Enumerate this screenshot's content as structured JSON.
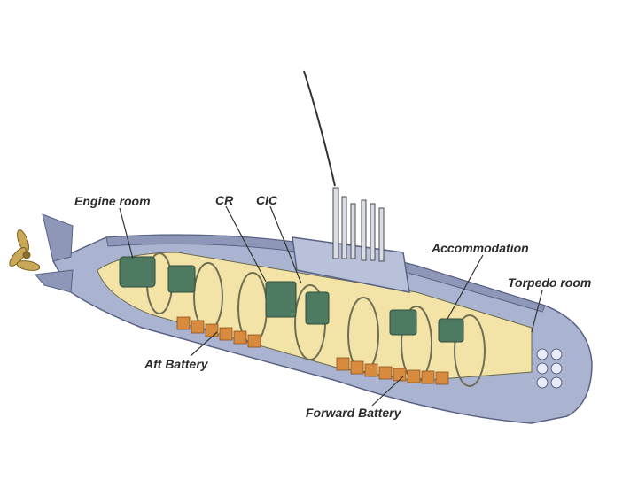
{
  "labels": {
    "engine_room": "Engine room",
    "cr": "CR",
    "cic": "CIC",
    "accommodation": "Accommodation",
    "torpedo_room": "Torpedo room",
    "aft_battery": "Aft Battery",
    "forward_battery": "Forward Battery"
  },
  "colors": {
    "hull": "#aab3cf",
    "hull_dark": "#7f89ab",
    "interior": "#f3e3a6",
    "machinery": "#4f7a62",
    "battery": "#d88a3e",
    "propeller": "#c9a85a",
    "leader_line": "#333333"
  }
}
